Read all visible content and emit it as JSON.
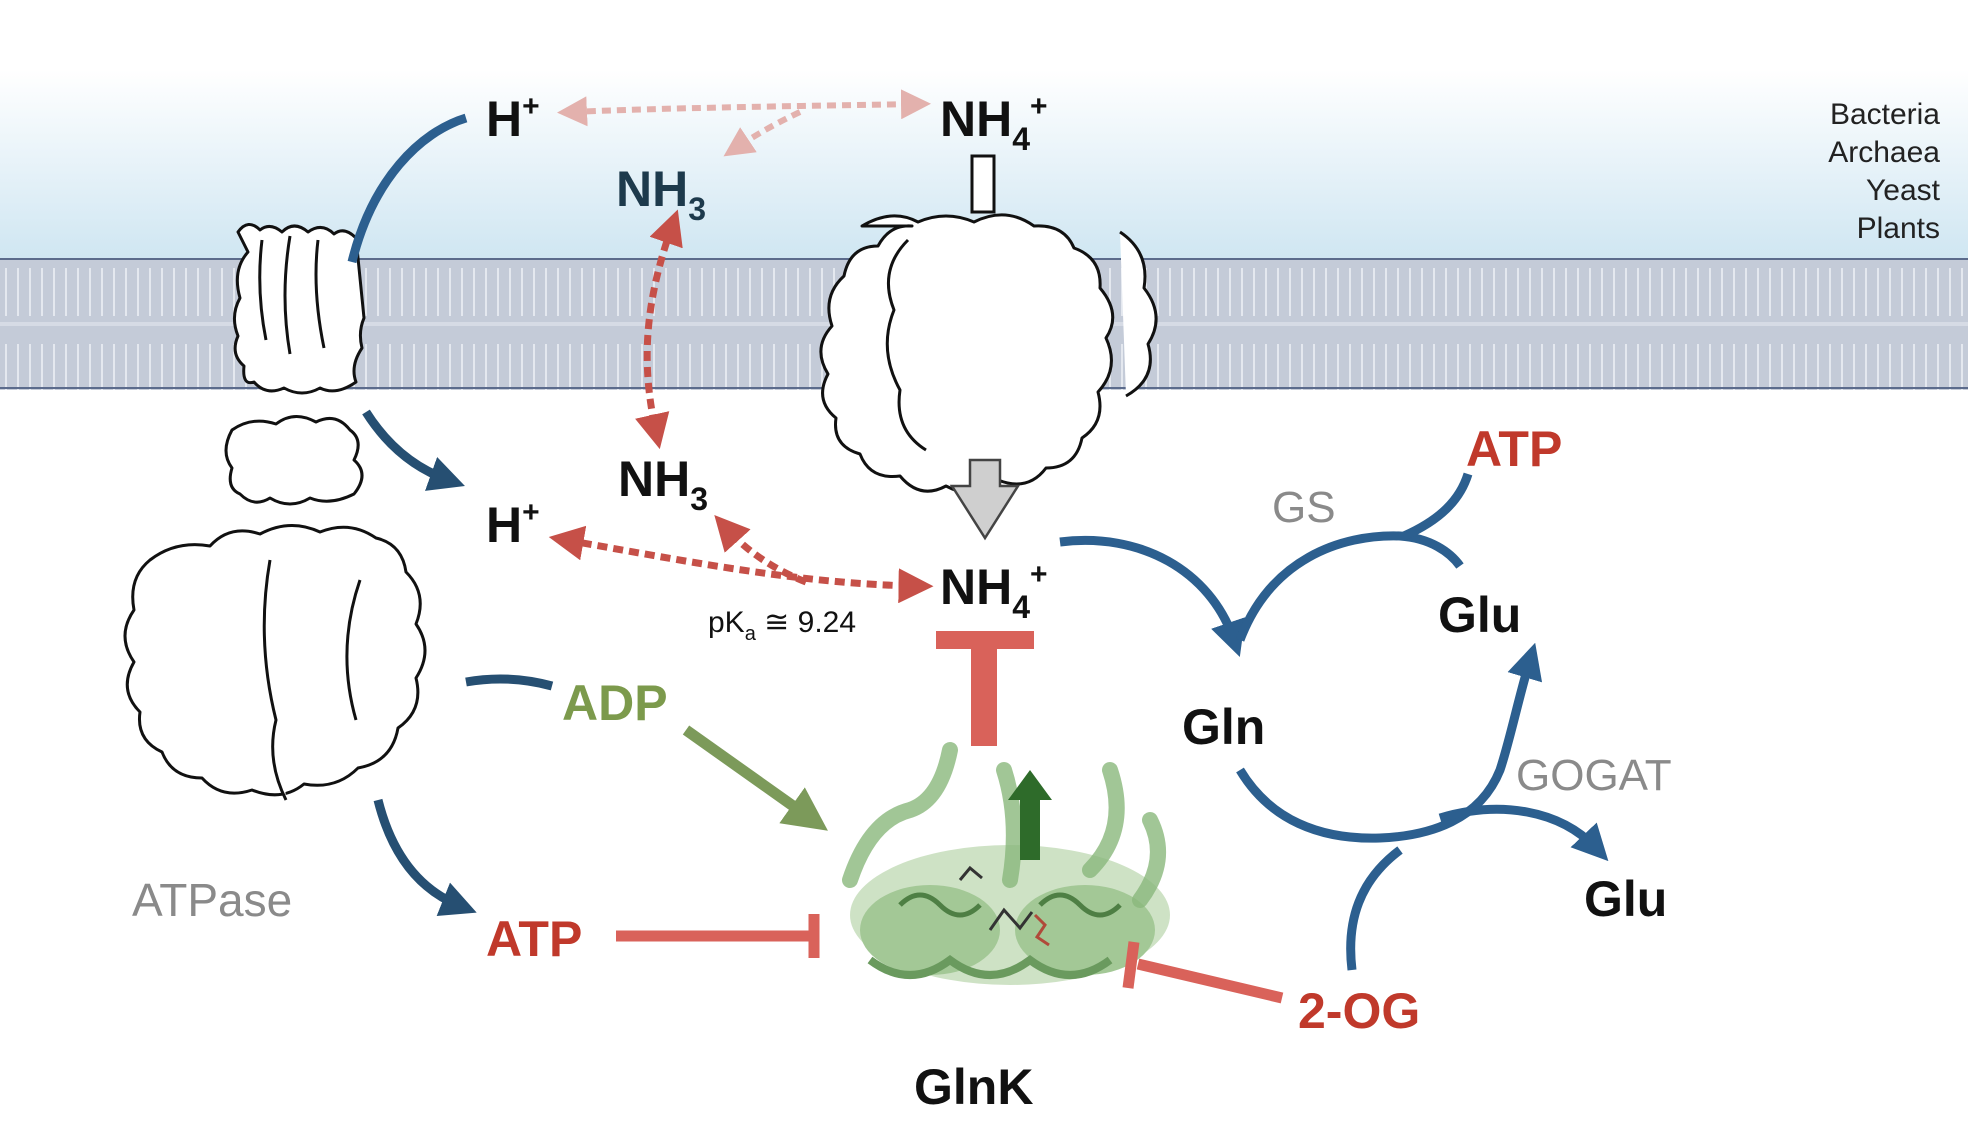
{
  "organisms": [
    "Bacteria",
    "Archaea",
    "Yeast",
    "Plants"
  ],
  "extracellular": {
    "proton": "H",
    "proton_charge": "+",
    "ammonia": "NH",
    "ammonia_sub": "3",
    "ammonium": "NH",
    "ammonium_sub": "4",
    "ammonium_charge": "+"
  },
  "intracellular": {
    "proton": "H",
    "proton_charge": "+",
    "ammonia": "NH",
    "ammonia_sub": "3",
    "ammonium": "NH",
    "ammonium_sub": "4",
    "ammonium_charge": "+",
    "pka_prefix": "pK",
    "pka_sub": "a",
    "pka_value": " ≅ 9.24"
  },
  "proteins": {
    "atpase": "ATPase",
    "glnk": "GlnK"
  },
  "regulators": {
    "adp": "ADP",
    "atp_inhibit": "ATP",
    "two_og": "2-OG"
  },
  "cycle": {
    "gs": "GS",
    "gogat": "GOGAT",
    "atp": "ATP",
    "glu_top": "Glu",
    "gln": "Gln",
    "glu_bottom": "Glu"
  },
  "colors": {
    "blue_arrow": "#2c5f8f",
    "red": "#c0392b",
    "red_light": "#d9625a",
    "green": "#7c9a4c",
    "gray_text": "#8a8a8a",
    "membrane": "#c3cad8"
  }
}
